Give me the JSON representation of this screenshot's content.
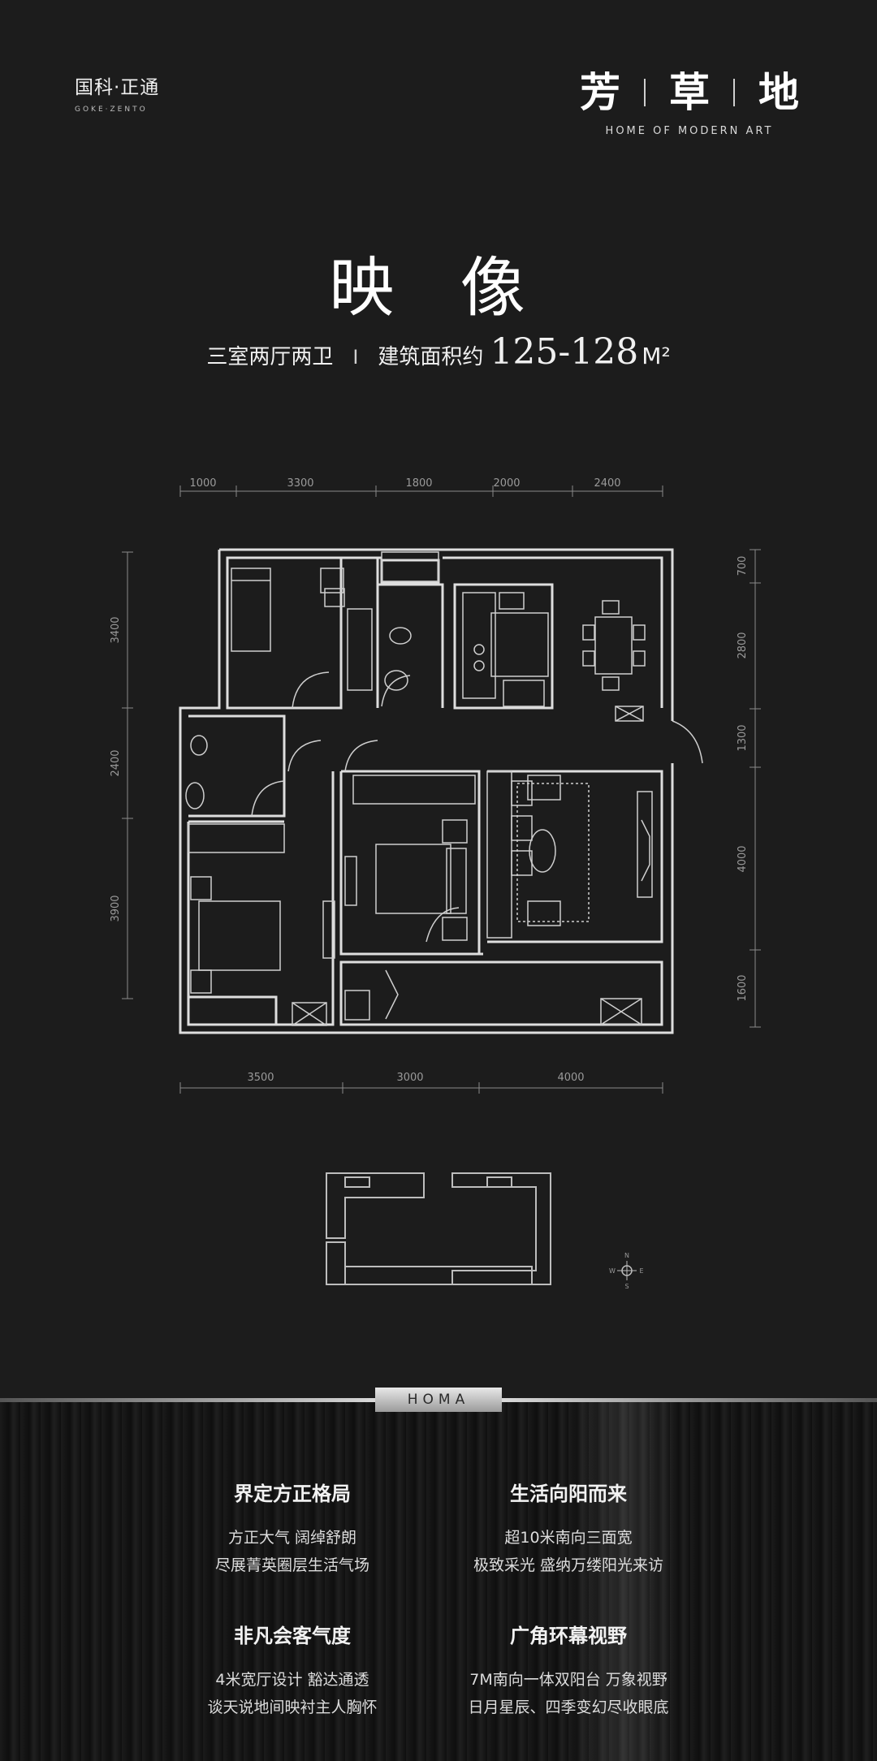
{
  "header": {
    "left_logo_cn": "国科·正通",
    "left_logo_en": "GOKE·ZENTO",
    "right_logo_chars": [
      "芳",
      "草",
      "地"
    ],
    "right_logo_en": "HOME OF MODERN ART"
  },
  "title": "映 像",
  "subtitle": {
    "rooms": "三室两厅两卫",
    "separator": "I",
    "area_label": "建筑面积约",
    "area_range": "125-128",
    "area_unit": "M²"
  },
  "dimensions": {
    "top": [
      "1000",
      "3300",
      "1800",
      "2000",
      "2400"
    ],
    "bottom": [
      "3500",
      "3000",
      "4000"
    ],
    "left": [
      "3400",
      "2400",
      "3900"
    ],
    "right": [
      "700",
      "2800",
      "1300",
      "4000",
      "1600"
    ]
  },
  "compass": {
    "n": "N",
    "s": "S",
    "w": "W",
    "e": "E"
  },
  "brand_tag": "HOMA",
  "features": [
    {
      "title": "界定方正格局",
      "lines": [
        "方正大气  阔绰舒朗",
        "尽展菁英圈层生活气场"
      ]
    },
    {
      "title": "生活向阳而来",
      "lines": [
        "超10米南向三面宽",
        "极致采光  盛纳万缕阳光来访"
      ]
    },
    {
      "title": "非凡会客气度",
      "lines": [
        "4米宽厅设计  豁达通透",
        "谈天说地间映衬主人胸怀"
      ]
    },
    {
      "title": "广角环幕视野",
      "lines": [
        "7M南向一体双阳台  万象视野",
        "日月星辰、四季变幻尽收眼底"
      ]
    }
  ],
  "colors": {
    "background": "#1c1c1c",
    "lines": "#d8d8d8",
    "text": "#f0f0f0"
  }
}
